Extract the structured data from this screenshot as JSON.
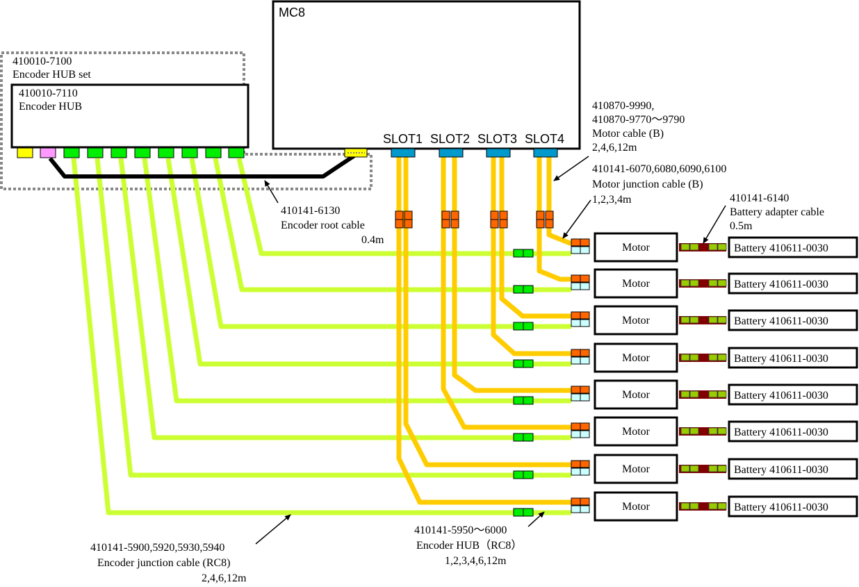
{
  "mc8": {
    "label": "MC8",
    "slots": [
      "SLOT1",
      "SLOT2",
      "SLOT3",
      "SLOT4"
    ]
  },
  "hub_set": {
    "part": "410010-7100",
    "name": "Encoder HUB set"
  },
  "hub": {
    "part": "410010-7110",
    "name": "Encoder HUB",
    "ports": 10
  },
  "labels": {
    "motor_cable": [
      "410870-9990,",
      "410870-9770〜9790",
      "Motor cable (B)",
      "2,4,6,12m"
    ],
    "motor_junction": [
      "410141-6070,6080,6090,6100",
      "Motor junction cable (B)",
      "1,2,3,4m"
    ],
    "battery_adapter": [
      "410141-6140",
      "Battery adapter cable",
      "0.5m"
    ],
    "encoder_root": [
      "410141-6130",
      "Encoder root cable",
      "0.4m"
    ],
    "encoder_junction": [
      "410141-5900,5920,5930,5940",
      "Encoder junction cable (RC8)",
      "2,4,6,12m"
    ],
    "encoder_hub_rc8": [
      "410141-5950〜6000",
      "Encoder HUB（RC8）",
      "1,2,3,4,6,12m"
    ]
  },
  "motors": [
    {
      "label": "Motor",
      "battery": "Battery  410611-0030"
    },
    {
      "label": "Motor",
      "battery": "Battery  410611-0030"
    },
    {
      "label": "Motor",
      "battery": "Battery  410611-0030"
    },
    {
      "label": "Motor",
      "battery": "Battery  410611-0030"
    },
    {
      "label": "Motor",
      "battery": "Battery  410611-0030"
    },
    {
      "label": "Motor",
      "battery": "Battery  410611-0030"
    },
    {
      "label": "Motor",
      "battery": "Battery  410611-0030"
    },
    {
      "label": "Motor",
      "battery": "Battery  410611-0030"
    }
  ],
  "colors": {
    "motor_cable": "#FFCC00",
    "encoder_cable": "#CCFF33",
    "slot_connector": "#0099CC",
    "motor_connector": "#FF6600",
    "encoder_connector": "#CCFFFF",
    "hub_port_green": "#00EE00",
    "hub_port_yellow": "#FFFF00",
    "hub_port_pink": "#FF99FF",
    "battery_cable": "#800000",
    "battery_connector": "#99CC00",
    "dotted_border": "#888888"
  }
}
